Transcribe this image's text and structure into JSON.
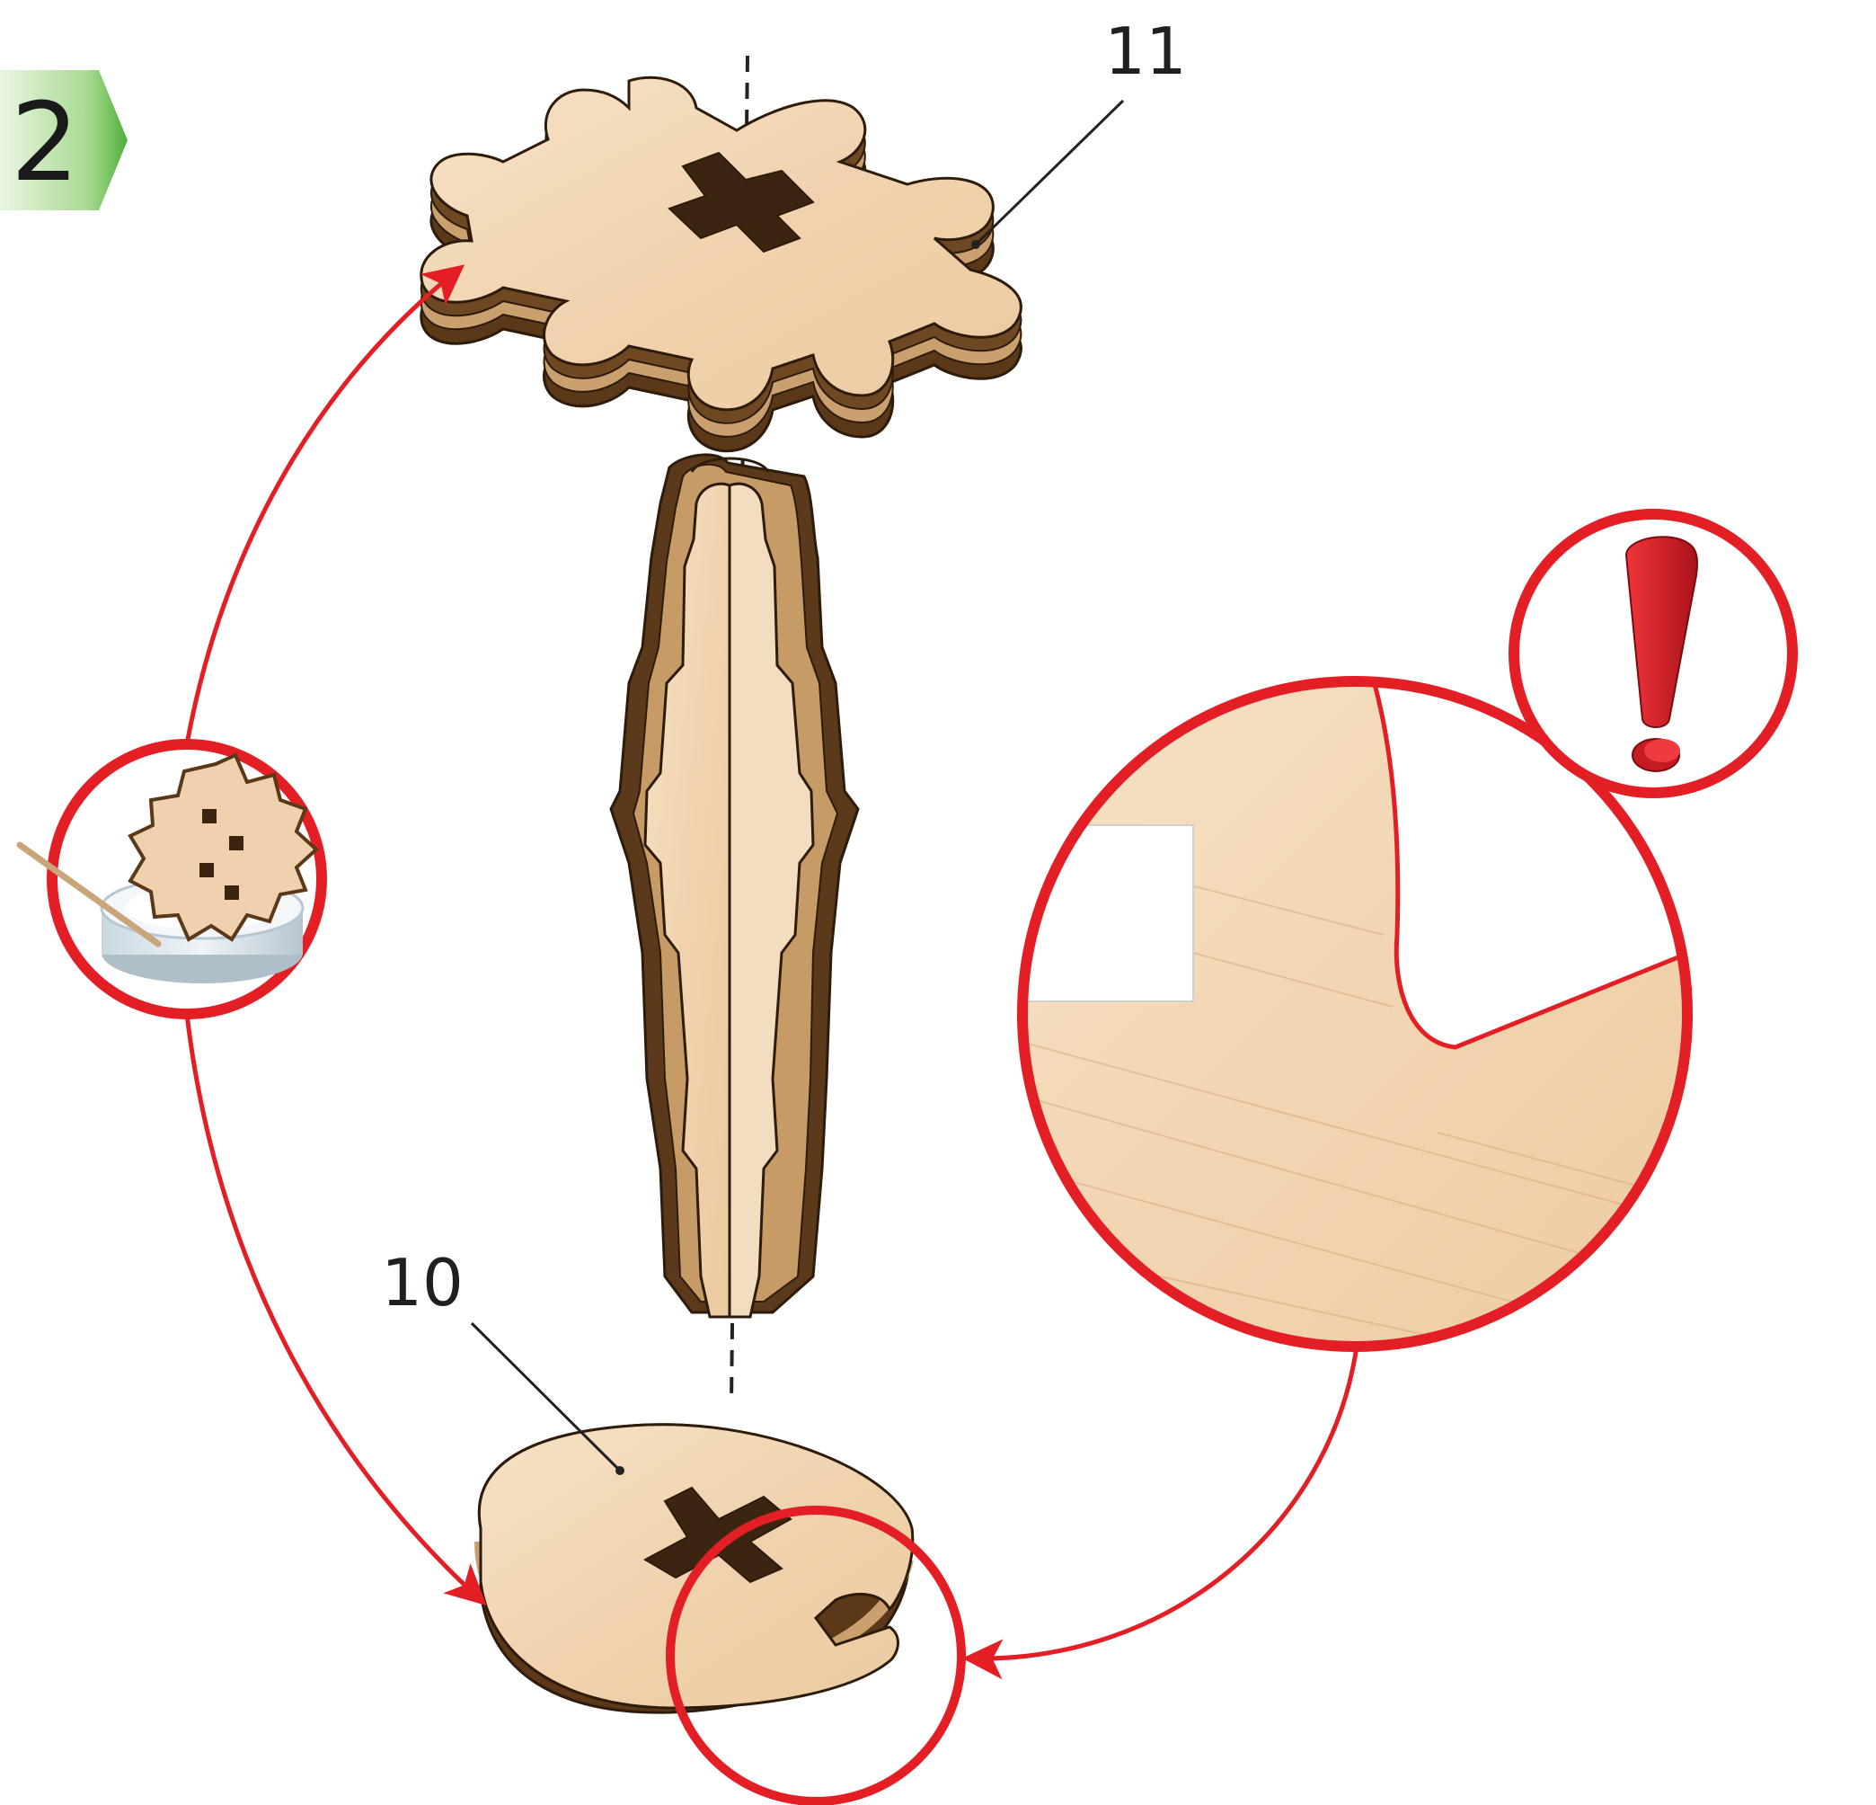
{
  "step": {
    "number": "2"
  },
  "labels": {
    "part_top": "11",
    "part_bottom": "10"
  },
  "icons": {
    "glue": "glue-pot-icon",
    "warning": "exclamation-warning-icon"
  },
  "colors": {
    "accent_red": "#e31e24",
    "step_badge": "#5fb84a",
    "wood_light": "#f1d7b6",
    "wood_dark": "#6b4420"
  }
}
